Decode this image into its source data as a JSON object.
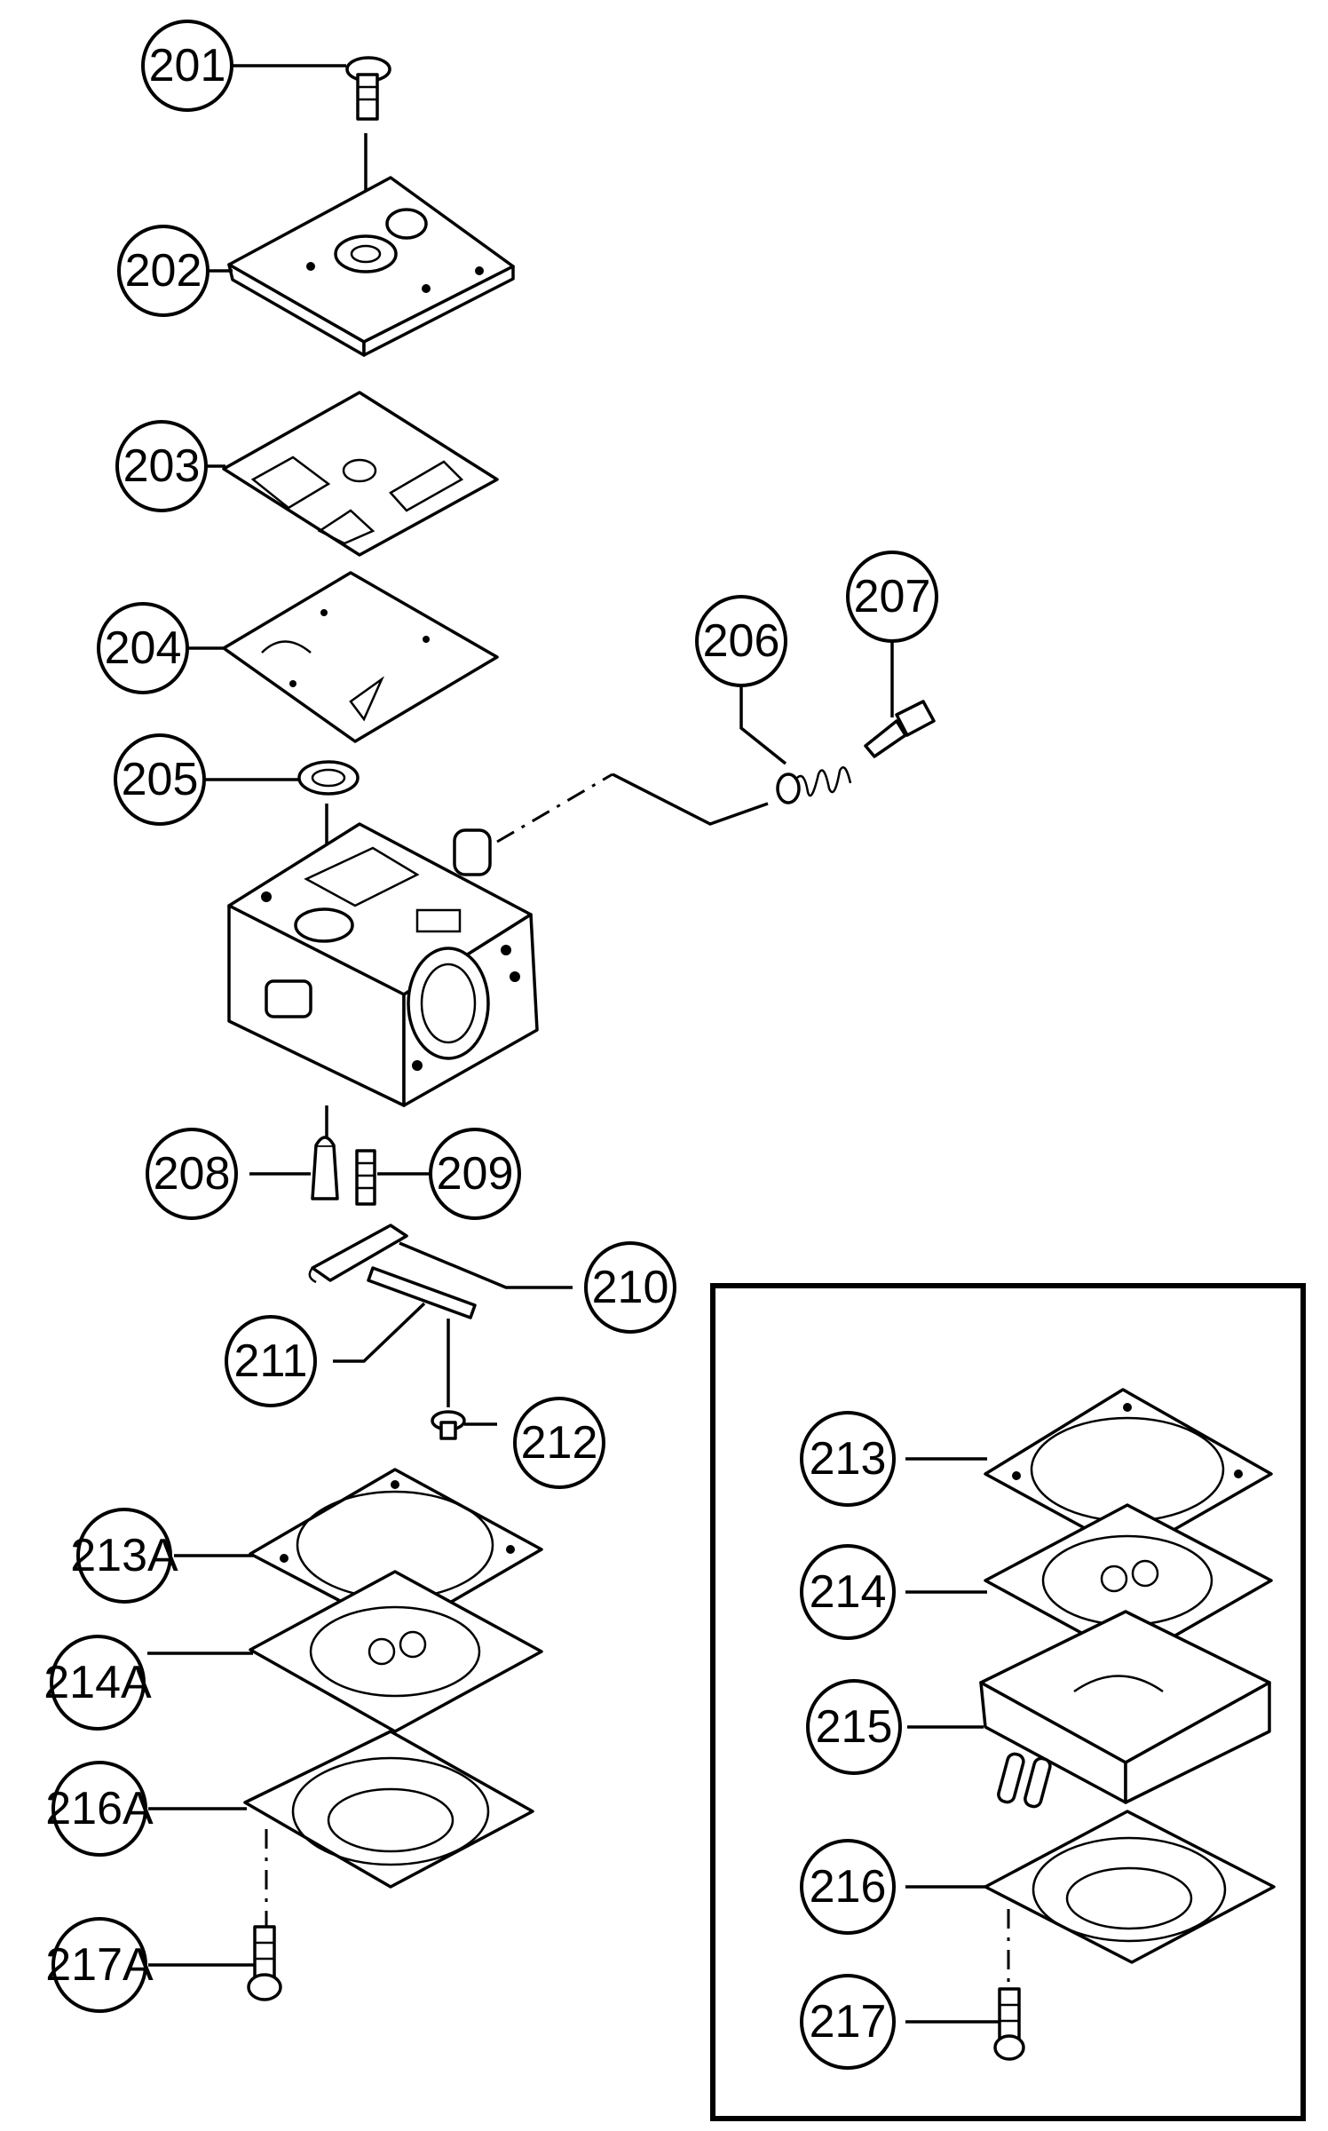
{
  "callouts": {
    "c201": "201",
    "c202": "202",
    "c203": "203",
    "c204": "204",
    "c205": "205",
    "c206": "206",
    "c207": "207",
    "c208": "208",
    "c209": "209",
    "c210": "210",
    "c211": "211",
    "c212": "212",
    "c213A": "213A",
    "c214A": "214A",
    "c216A": "216A",
    "c217A": "217A",
    "c213": "213",
    "c214": "214",
    "c215": "215",
    "c216": "216",
    "c217": "217"
  }
}
